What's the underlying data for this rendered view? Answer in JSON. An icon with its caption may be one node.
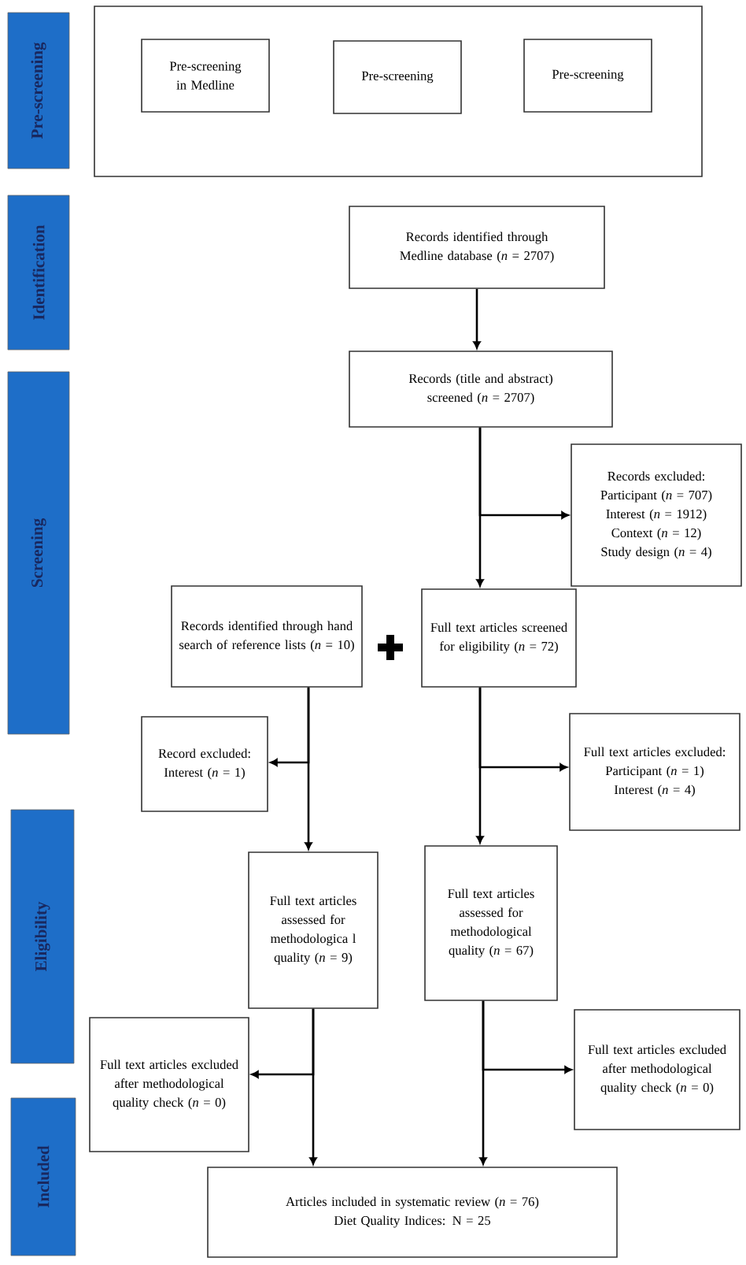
{
  "diagram": {
    "nodes": [
      {
        "text": [
          "Pre-screening"
        ]
      },
      {
        "text": [],
        "shape": "box"
      },
      {
        "text": [
          "Pre-screening in Medline"
        ],
        "in": 1
      },
      {
        "text": [
          "Pre-screening"
        ],
        "in": 1
      },
      {
        "text": [
          "Pre-screening"
        ],
        "in": 1
      },
      {
        "text": [
          "Identification"
        ]
      },
      {
        "text": [
          "Records identified through Medline database (*n* = 2707)"
        ]
      },
      {
        "text": [
          "Screening"
        ]
      },
      {
        "text": [
          "Records (title and abstract) screened (*n* = 2707)"
        ]
      },
      {
        "text": [
          "Records excluded:",
          "Participant (*n* = 707)",
          "Interest (*n* = 1912)",
          "Context (*n* = 12)",
          "Study design (*n* = 4)"
        ]
      },
      {
        "text": [
          "Records identified through hand search of reference lists (*n* = 10)"
        ]
      },
      {
        "text": [
          "Full text articles screened for eligibility (*n* = 72)"
        ]
      },
      {
        "text": [
          "Record excluded: Interest (*n* = 1)"
        ]
      },
      {
        "text": [
          "Full text articles excluded:",
          "Participant (*n* = 1)",
          "Interest (*n* = 4)"
        ]
      },
      {
        "text": [
          "Eligibility"
        ]
      },
      {
        "text": [
          "Full text articles assessed for methodologica l quality (*n* = 9)"
        ]
      },
      {
        "text": [
          "Full text articles assessed for methodological quality (*n* = 67)"
        ]
      },
      {
        "text": [
          "Full text articles excluded after methodological quality check (*n* = 0)"
        ]
      },
      {
        "text": [
          "Full text articles excluded after methodological quality check (*n* = 0)"
        ]
      },
      {
        "text": [
          "Included"
        ]
      },
      {
        "text": [
          "Articles included in systematic review (*n* = 76)",
          "Diet Quality Indices: N = 25"
        ]
      }
    ],
    "edges": [
      {
        "from": 6,
        "to": 8,
        "arrow": "to"
      },
      {
        "from": 8,
        "to": 11,
        "arrow": "to"
      },
      {
        "from": 8,
        "to": 9,
        "arrow": "to"
      },
      {
        "from": 10,
        "to": 15,
        "arrow": "to"
      },
      {
        "from": 10,
        "to": 12,
        "arrow": "to"
      },
      {
        "from": 11,
        "to": 16,
        "arrow": "to"
      },
      {
        "from": 11,
        "to": 13,
        "arrow": "to"
      },
      {
        "from": 15,
        "to": 20,
        "arrow": "to"
      },
      {
        "from": 15,
        "to": 17,
        "arrow": "to"
      },
      {
        "from": 16,
        "to": 20,
        "arrow": "to"
      },
      {
        "from": 16,
        "to": 18,
        "arrow": "to"
      }
    ]
  }
}
